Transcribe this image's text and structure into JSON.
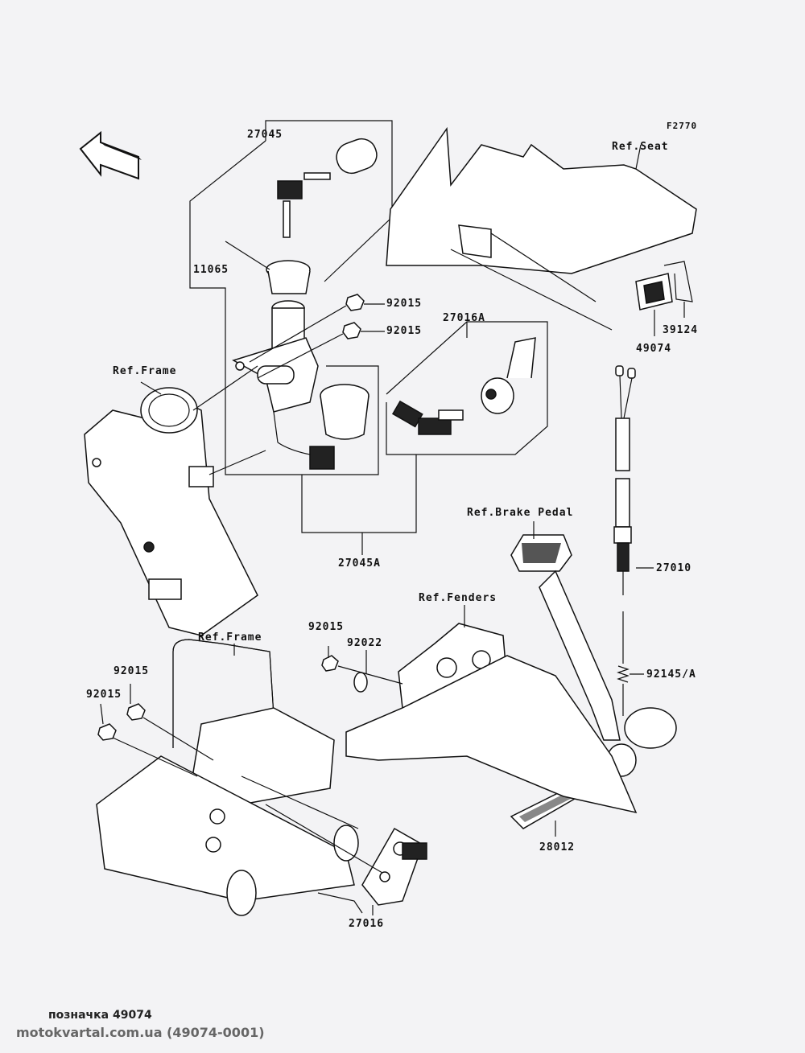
{
  "diagram": {
    "figure_code": "F2770",
    "front_arrow": "FRONT",
    "part_labels": {
      "p27045": "27045",
      "p11065": "11065",
      "p92015_a": "92015",
      "p92015_b": "92015",
      "p27016A": "27016A",
      "ref_seat": "Ref.Seat",
      "p39124": "39124",
      "p49074": "49074",
      "ref_frame_top": "Ref.Frame",
      "ref_brake_pedal": "Ref.Brake Pedal",
      "p27045A": "27045A",
      "p27010": "27010",
      "ref_fenders": "Ref.Fenders",
      "ref_frame_bottom": "Ref.Frame",
      "p92015_c": "92015",
      "p92022": "92022",
      "p92015_d": "92015",
      "p92015_e": "92015",
      "p92145A": "92145/A",
      "p28012": "28012",
      "p27016": "27016"
    }
  },
  "footer": {
    "caption": "позначка 49074",
    "watermark": "motokvartal.com.ua (49074-0001)"
  }
}
